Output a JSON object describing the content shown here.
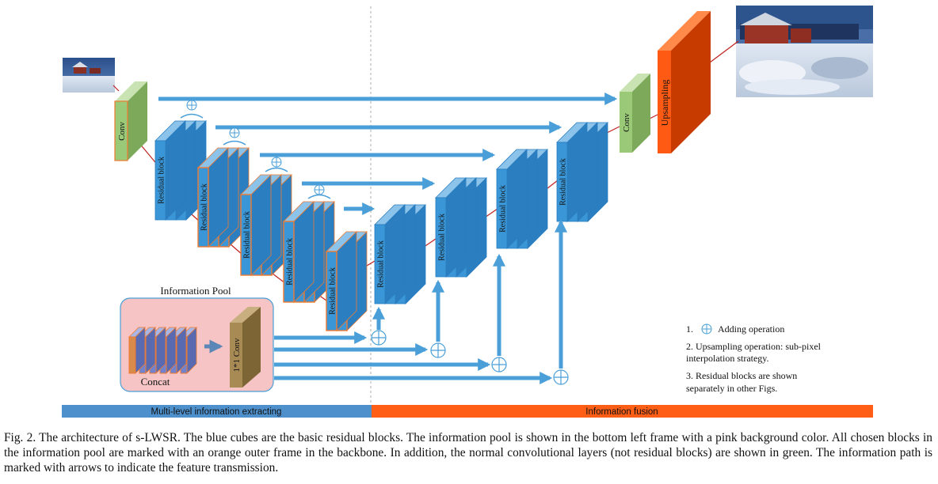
{
  "diagram": {
    "conv_label": "Conv",
    "upsampling_label": "Upsampling",
    "residual_block_label": "Residual block",
    "pool": {
      "title": "Information Pool",
      "concat_label": "Concat",
      "conv1x1_label": "1*1 Conv"
    },
    "legend": {
      "item1_number": "1.",
      "item1_text": "Adding operation",
      "item2_line1": "2.  Upsampling operation: sub-pixel",
      "item2_line2": "interpolation strategy.",
      "item3_line1": "3.  Residual blocks are shown",
      "item3_line2": "separately in other Figs."
    },
    "bottom_bar": {
      "left_label": "Multi-level information extracting",
      "right_label": "Information fusion"
    },
    "colors": {
      "block_blue": "#3a96d6",
      "arrow_blue": "#4a9fd8",
      "conv_green": "#9ac978",
      "upsampling_orange": "#ff5a14",
      "pool_pink": "#f6c4c4",
      "highlight_orange": "#f07a30",
      "bar_blue": "#4e90cc",
      "bar_orange": "#ff5e16"
    }
  },
  "caption": {
    "text": "Fig. 2.    The architecture of s-LWSR. The blue cubes are the basic residual blocks. The information pool is shown in the bottom left frame with a pink background color. All chosen blocks in the information pool are marked with an orange outer frame in the backbone. In addition, the normal convolutional layers (not residual blocks) are shown in green. The information path is marked with arrows to indicate the feature transmission."
  }
}
